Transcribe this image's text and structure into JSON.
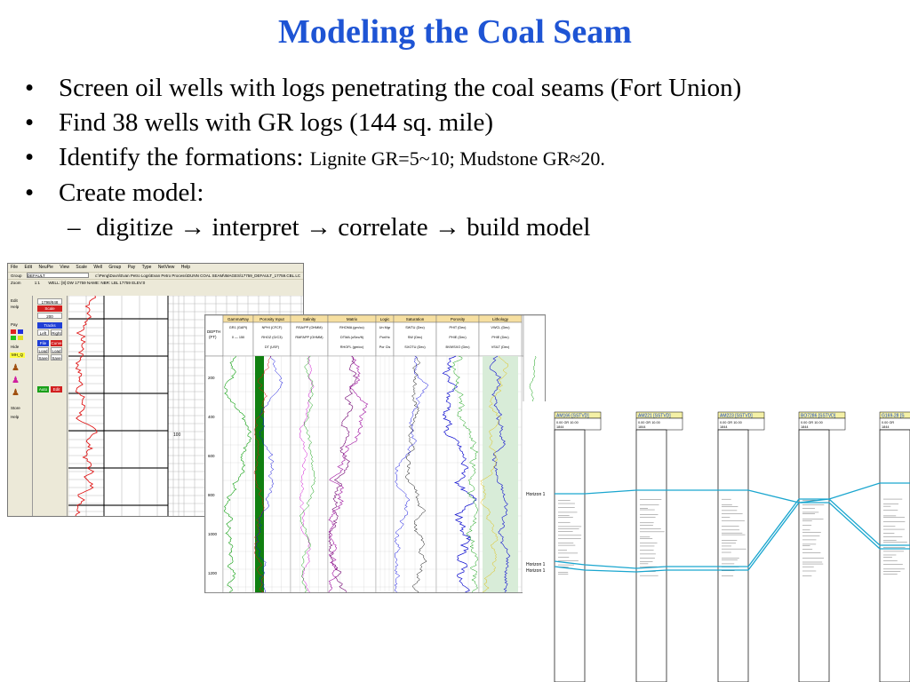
{
  "slide": {
    "title": "Modeling the Coal Seam",
    "bullets": [
      {
        "text": "Screen oil wells with logs penetrating the coal seams (Fort Union)"
      },
      {
        "text": "Find 38 wells with GR logs (144 sq. mile)"
      },
      {
        "text": "Identify the formations: ",
        "small": "Lignite GR=5~10; Mudstone GR≈20."
      },
      {
        "text": "Create model:"
      }
    ],
    "sub_bullets": [
      {
        "text": "digitize → interpret → correlate → build model"
      }
    ],
    "bullet_char": "•",
    "dash_char": "–"
  },
  "screenshot1": {
    "menu": [
      "File",
      "Edit",
      "NeuPie",
      "View",
      "Scale",
      "Well",
      "Group",
      "Pay",
      "Type",
      "NetView",
      "Help"
    ],
    "group_label": "Group",
    "group_value": "DEFAULT",
    "path": "c:\\Peng\\Duvn\\Evan Petro Logs\\Evan Petro Process\\DUNN COAL SEAM\\IMAGES\\17759_DEFAULT_17759.CBL.LC",
    "zoom_label": "Zoom",
    "zoom_value": "1:1",
    "well_label": "WELL: [8] DW 17759 NAME: NBR: LBL 17759 ELEV:0",
    "left_labels": [
      "Edit",
      "Help",
      "Pay",
      "Hide",
      "MH_Q",
      "Store",
      "Help"
    ],
    "controls": [
      {
        "label": "1798/848",
        "color": "#ffffff"
      },
      {
        "label": "Scale",
        "color": "#d22020"
      },
      {
        "label": "200",
        "color": "#ffffff"
      },
      {
        "label": "Tracks",
        "color": "#1f3fd6"
      },
      {
        "label": "Left",
        "color": "#ffffff"
      },
      {
        "label": "Right",
        "color": "#ffffff"
      },
      {
        "label": "File",
        "color": "#1f3fd6"
      },
      {
        "label": "Load",
        "color": "#ffffff"
      },
      {
        "label": "Save",
        "color": "#ffffff"
      },
      {
        "label": "Curve",
        "color": "#1f3fd6"
      },
      {
        "label": "Load",
        "color": "#ffffff"
      },
      {
        "label": "Save",
        "color": "#ffffff"
      },
      {
        "label": "Auto",
        "color": "#1aa01a"
      },
      {
        "label": "Edit",
        "color": "#d22020"
      }
    ],
    "depth_marker": "100"
  },
  "screenshot2": {
    "columns": [
      "GammaRay",
      "Porosity Input",
      "Salinity",
      "Matrix",
      "Logic",
      "Saturation",
      "Porosity",
      "Lithology"
    ],
    "depth_header": [
      "DEPTH",
      "(FT)"
    ],
    "sub_headers": [
      [
        "GR1 (GAPI)",
        "0 — 150"
      ],
      [
        "NPHI (CFCF)",
        "RHOZ (G/C3)",
        "DT (USF)"
      ],
      [
        "RSA/PP (OHMM)",
        "RMFAPP (OHMM)"
      ],
      [
        "RHOMA (gm/cc)",
        "DTMA (uSec/ft)",
        "RHOFL (gm/cc)"
      ],
      [
        "Un Mgr",
        "Por/Hc",
        "Por Cls"
      ],
      [
        "SWTU (Dec)",
        "SW (Dec)",
        "SXOTU (Dec)"
      ],
      [
        "PHIT (Dec)",
        "PHIE (Dec)",
        "BVWSXO (Dec)"
      ],
      [
        "VWCL (Dec)",
        "PHIE (Dec)",
        "VSILT (Dec)"
      ]
    ],
    "depth_ticks": [
      "200",
      "400",
      "600",
      "800",
      "1000",
      "1200"
    ]
  },
  "screenshot3": {
    "wells": [
      {
        "name": "AM166 [SSTVD]",
        "info": "0.00 GR 10.00",
        "sub": "1844"
      },
      {
        "name": "AM221 [SSTVD]",
        "info": "0.00 GR 10.00",
        "sub": "1844"
      },
      {
        "name": "AM223 [SSTVD]",
        "info": "0.00 GR 10.00",
        "sub": "1844"
      },
      {
        "name": "BO7286 [SSTVD]",
        "info": "0.00 GR 10.00",
        "sub": "1844"
      },
      {
        "name": "G169-28 [S",
        "info": "0.00 GR",
        "sub": "1844"
      }
    ],
    "horizon_labels": [
      "Horizon 1",
      "Horizon 1",
      "Horizon 1"
    ],
    "well_header_color": "#f4f0a6",
    "horizon_color": "#1aa6cf"
  },
  "colors": {
    "title": "#1e54d4"
  }
}
